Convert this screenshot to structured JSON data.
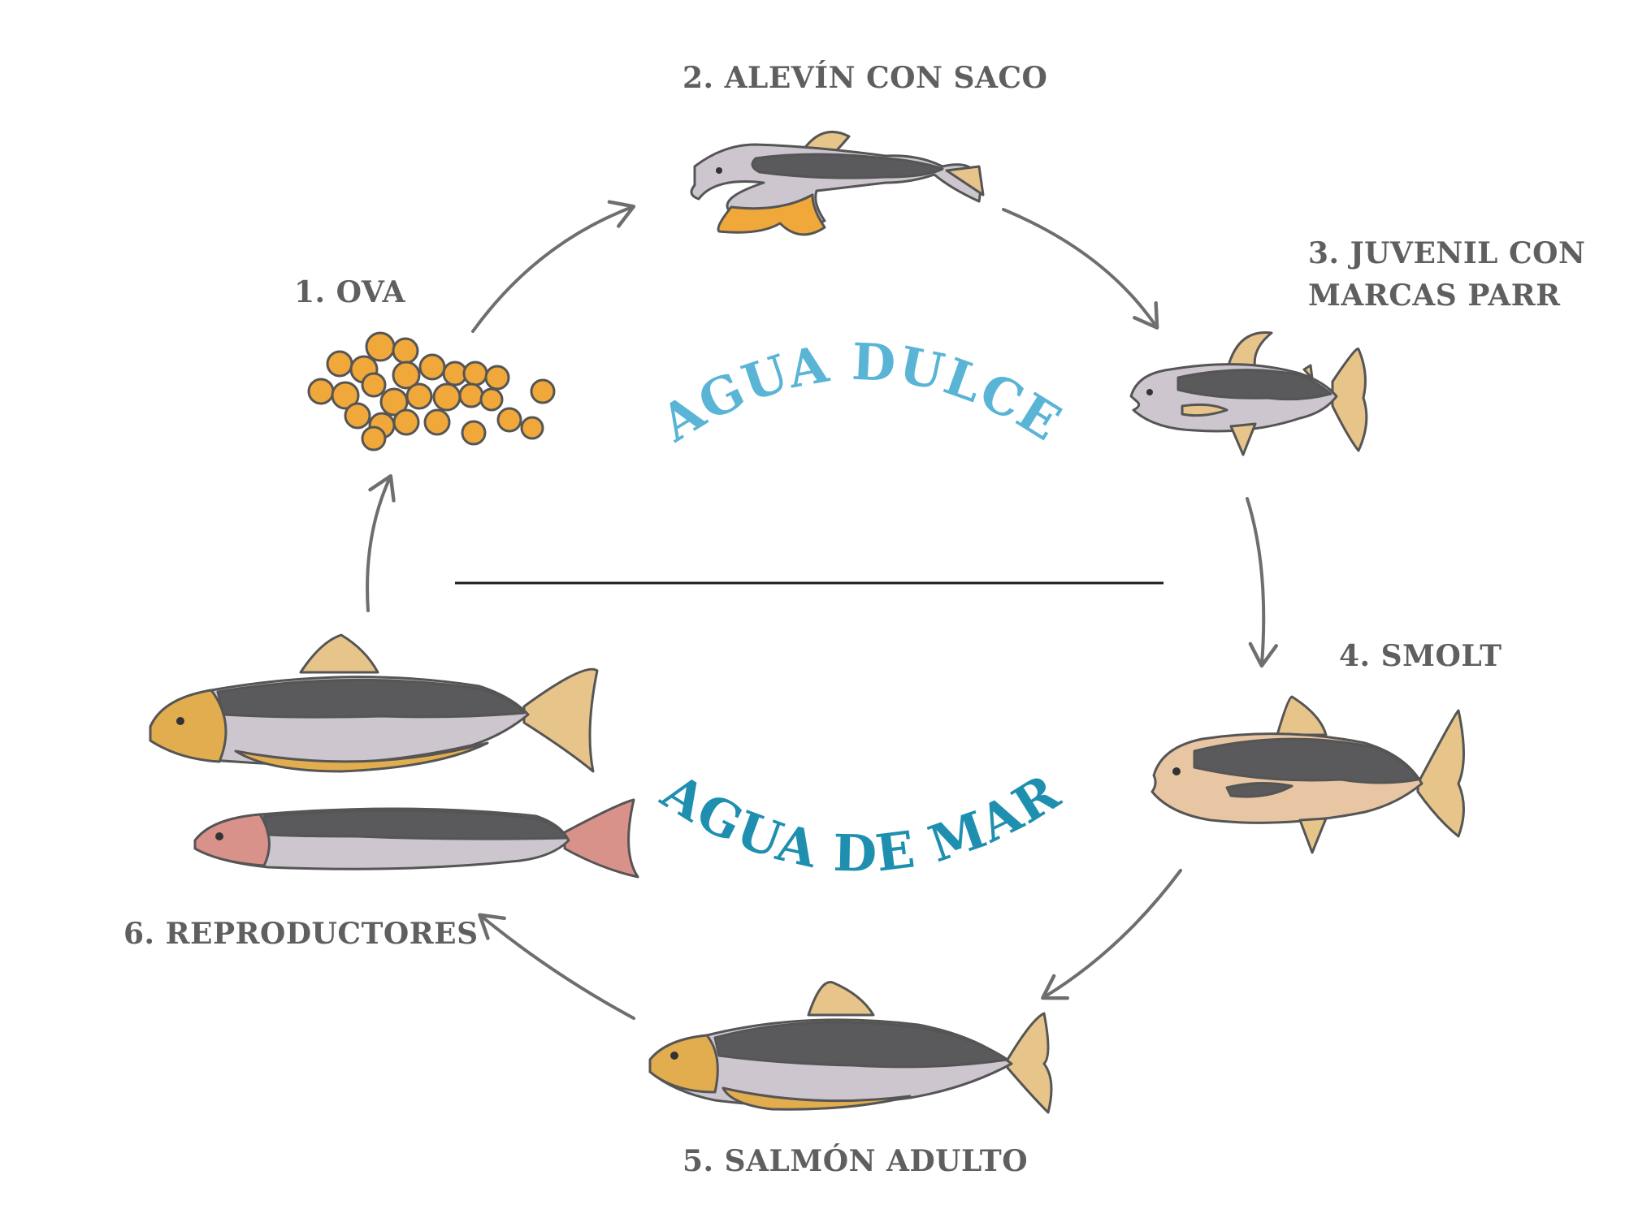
{
  "stages": [
    {
      "id": "ova",
      "label": "1. OVA"
    },
    {
      "id": "alevin",
      "label": "2. ALEVÍN CON SACO"
    },
    {
      "id": "parr",
      "label_lines": [
        "3. JUVENIL CON",
        "MARCAS PARR"
      ]
    },
    {
      "id": "smolt",
      "label": "4. SMOLT"
    },
    {
      "id": "adult",
      "label": "5. SALMÓN ADULTO"
    },
    {
      "id": "spawners",
      "label": "6. REPRODUCTORES"
    }
  ],
  "zones": {
    "freshwater": {
      "label": "AGUA DULCE",
      "color": "#5ab4d6"
    },
    "seawater": {
      "label": "AGUA DE MAR",
      "color": "#1f8fb0"
    }
  },
  "colors": {
    "label_text": "#5f5f5f",
    "arrow": "#6e6e6e",
    "egg": "#f0a83a",
    "fish_back": "#5a5a5c",
    "fish_belly": "#cdc6cf",
    "fin": "#e6c48a",
    "adult_head": "#e2ad4e",
    "spawner_pink": "#d9928a"
  }
}
